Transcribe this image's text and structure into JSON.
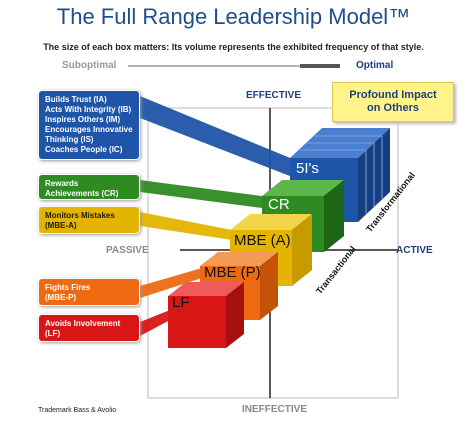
{
  "title": "The Full Range Leadership Model™",
  "subtitle": "The size of each box matters: Its volume represents the exhibited frequency of that style.",
  "scale": {
    "left": "Suboptimal",
    "right": "Optimal"
  },
  "axes": {
    "top": "EFFECTIVE",
    "bottom": "INEFFECTIVE",
    "left": "PASSIVE",
    "right": "ACTIVE"
  },
  "impact_box": "Profound Impact\non Others",
  "side_boxes": [
    {
      "lines": [
        "Builds Trust (IA)",
        "Acts With Integrity (IB)",
        "Inspires Others (IM)",
        "Encourages Innovative",
        "Thinking (IS)",
        "Coaches People (IC)"
      ],
      "color": "#1f55a8"
    },
    {
      "lines": [
        "Rewards",
        "Achievements (CR)"
      ],
      "color": "#2e8b22"
    },
    {
      "lines": [
        "Monitors Mistakes",
        "(MBE-A)"
      ],
      "color": "#e3b400"
    },
    {
      "lines": [
        "Fights Fires",
        "(MBE-P)"
      ],
      "color": "#ee6a12"
    },
    {
      "lines": [
        "Avoids Involvement",
        "(LF)"
      ],
      "color": "#d81616"
    }
  ],
  "cubes": [
    {
      "label": "5I's",
      "color": "#1f55a8"
    },
    {
      "label": "CR",
      "color": "#2e8b22"
    },
    {
      "label": "MBE (A)",
      "color": "#e3b400"
    },
    {
      "label": "MBE (P)",
      "color": "#ee6a12"
    },
    {
      "label": "LF",
      "color": "#d81616"
    }
  ],
  "diagonal_labels": {
    "transformational": "Transformational",
    "transactional": "Transactional"
  },
  "footer": "Trademark Bass & Avolio"
}
